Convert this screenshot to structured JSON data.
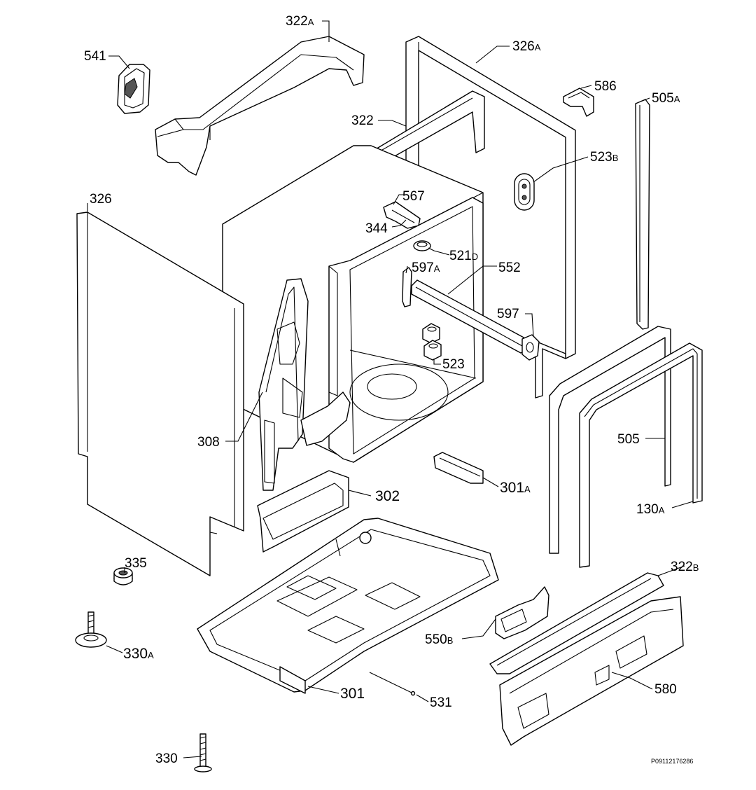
{
  "diagram": {
    "type": "exploded-parts-view",
    "reference_code": "P09112176286",
    "callouts": [
      {
        "id": "322A",
        "num": "322",
        "suffix": "A"
      },
      {
        "id": "541",
        "num": "541",
        "suffix": ""
      },
      {
        "id": "326A",
        "num": "326",
        "suffix": "A"
      },
      {
        "id": "586",
        "num": "586",
        "suffix": ""
      },
      {
        "id": "505A",
        "num": "505",
        "suffix": "A"
      },
      {
        "id": "322",
        "num": "322",
        "suffix": ""
      },
      {
        "id": "523B",
        "num": "523",
        "suffix": "B"
      },
      {
        "id": "326",
        "num": "326",
        "suffix": ""
      },
      {
        "id": "567",
        "num": "567",
        "suffix": ""
      },
      {
        "id": "344",
        "num": "344",
        "suffix": ""
      },
      {
        "id": "521D",
        "num": "521",
        "suffix": "D"
      },
      {
        "id": "597A",
        "num": "597",
        "suffix": "A"
      },
      {
        "id": "552",
        "num": "552",
        "suffix": ""
      },
      {
        "id": "597",
        "num": "597",
        "suffix": ""
      },
      {
        "id": "523",
        "num": "523",
        "suffix": ""
      },
      {
        "id": "308",
        "num": "308",
        "suffix": ""
      },
      {
        "id": "505",
        "num": "505",
        "suffix": ""
      },
      {
        "id": "302",
        "num": "302",
        "suffix": ""
      },
      {
        "id": "301A",
        "num": "301",
        "suffix": "A"
      },
      {
        "id": "130A",
        "num": "130",
        "suffix": "A"
      },
      {
        "id": "335",
        "num": "335",
        "suffix": ""
      },
      {
        "id": "322B",
        "num": "322",
        "suffix": "B"
      },
      {
        "id": "550B",
        "num": "550",
        "suffix": "B"
      },
      {
        "id": "330A",
        "num": "330",
        "suffix": "A"
      },
      {
        "id": "301",
        "num": "301",
        "suffix": ""
      },
      {
        "id": "531",
        "num": "531",
        "suffix": ""
      },
      {
        "id": "580",
        "num": "580",
        "suffix": ""
      },
      {
        "id": "330",
        "num": "330",
        "suffix": ""
      }
    ]
  }
}
